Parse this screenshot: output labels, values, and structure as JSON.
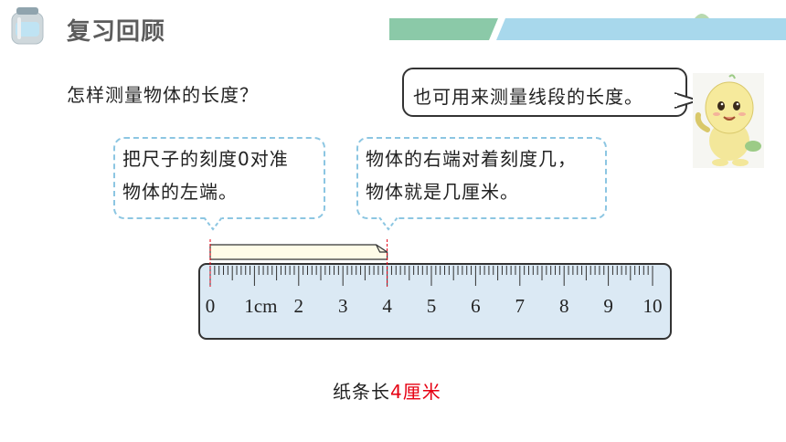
{
  "header": {
    "title": "复习回顾"
  },
  "question": "怎样测量物体的长度？",
  "speech_bubble": "也可用来测量线段的长度。",
  "tips": [
    {
      "lines": [
        "把尺子的刻度0对准",
        "物体的左端。"
      ]
    },
    {
      "lines": [
        "物体的右端对着刻度几，",
        "物体就是几厘米。"
      ]
    }
  ],
  "ruler": {
    "labels": [
      "0",
      "1cm",
      "2",
      "3",
      "4",
      "5",
      "6",
      "7",
      "8",
      "9",
      "10"
    ],
    "strip_start": 0,
    "strip_end": 4
  },
  "caption": {
    "prefix": "纸条长",
    "value": "4厘米"
  },
  "colors": {
    "accent_red": "#e60012",
    "dashed_border": "#8cc6e2",
    "banner_green": "#8bc9a8",
    "banner_blue": "#a8d8ec"
  }
}
